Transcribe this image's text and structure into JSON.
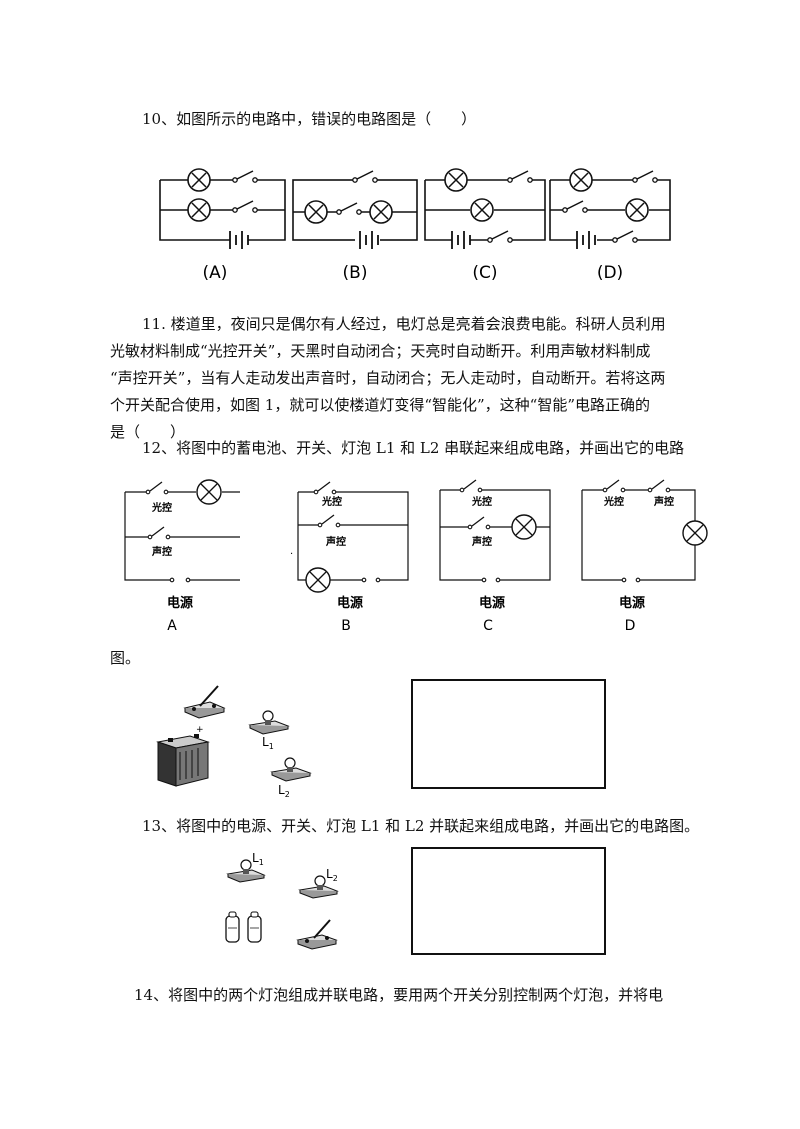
{
  "q10": {
    "text": "10、如图所示的电路中，错误的电路图是（　　）",
    "labels": [
      "(A)",
      "(B)",
      "(C)",
      "(D)"
    ]
  },
  "q11": {
    "lines": [
      "11. 楼道里，夜间只是偶尔有人经过，电灯总是亮着会浪费电能。科研人员利用",
      "光敏材料制成“光控开关”，天黑时自动闭合；天亮时自动断开。利用声敏材料制成",
      "“声控开关”，当有人走动发出声音时，自动闭合；无人走动时，自动断开。若将这两",
      "个开关配合使用，如图 1，就可以使楼道灯变得“智能化”，这种“智能”电路正确的",
      "是（　　）"
    ]
  },
  "q12": {
    "line1": "12、将图中的蓄电池、开关、灯泡 L1 和 L2 串联起来组成电路，并画出它的电路",
    "line2": "图。",
    "switch_light": "光控",
    "switch_sound": "声控",
    "power": "电源",
    "labels": [
      "A",
      "B",
      "C",
      "D"
    ],
    "l1": "L",
    "l1_sub": "1",
    "l2": "L",
    "l2_sub": "2"
  },
  "q13": {
    "text": "13、将图中的电源、开关、灯泡 L1 和 L2 并联起来组成电路，并画出它的电路图。",
    "l1": "L",
    "l1_sub": "1",
    "l2": "L",
    "l2_sub": "2"
  },
  "q14": {
    "text": "14、将图中的两个灯泡组成并联电路，要用两个开关分别控制两个灯泡，并将电"
  }
}
